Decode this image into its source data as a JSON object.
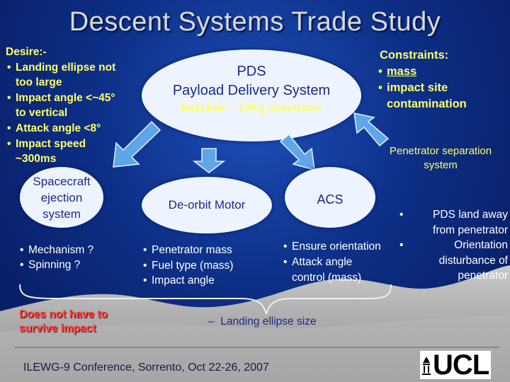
{
  "slide": {
    "title": "Descent Systems Trade Study",
    "desire": {
      "heading": "Desire:-",
      "items": [
        "Landing ellipse not too large",
        "Impact angle <~45° to vertical",
        "Attack angle <8°",
        "Impact speed ~300ms"
      ]
    },
    "pds": {
      "line1": "PDS",
      "line2": "Payload Delivery System",
      "baseline": "Baseline ~ 13Kg penetrator"
    },
    "constraints": {
      "heading": "Constraints:",
      "items": [
        "mass",
        "impact site contamination"
      ]
    },
    "penetrator_separation": "Penetrator separation system",
    "spacecraft_ejection": {
      "label": "Spacecraft ejection system",
      "items": [
        "Mechanism ?",
        "Spinning ?"
      ]
    },
    "deorbit": {
      "label": "De-orbit Motor",
      "items": [
        "Penetrator mass",
        "Fuel type (mass)",
        "Impact angle"
      ]
    },
    "acs": {
      "label": "ACS",
      "items": [
        "Ensure orientation",
        "Attack angle control (mass)"
      ]
    },
    "pds_notes": [
      "PDS land away from penetrator",
      "Orientation disturbance of penetrator"
    ],
    "survive_note": "Does not have to survive impact",
    "landing_ellipse": "Landing ellipse size",
    "footer": "ILEWG-9 Conference, Sorrento, Oct 22-26, 2007",
    "logo_text": "UCL",
    "colors": {
      "background": "#0d2f86",
      "accent_yellow": "#ffff66",
      "title": "#d9d9d9",
      "bubble": "#eef4ff",
      "bubble_text": "#1a2a8a",
      "note_red": "#ff4444"
    }
  }
}
